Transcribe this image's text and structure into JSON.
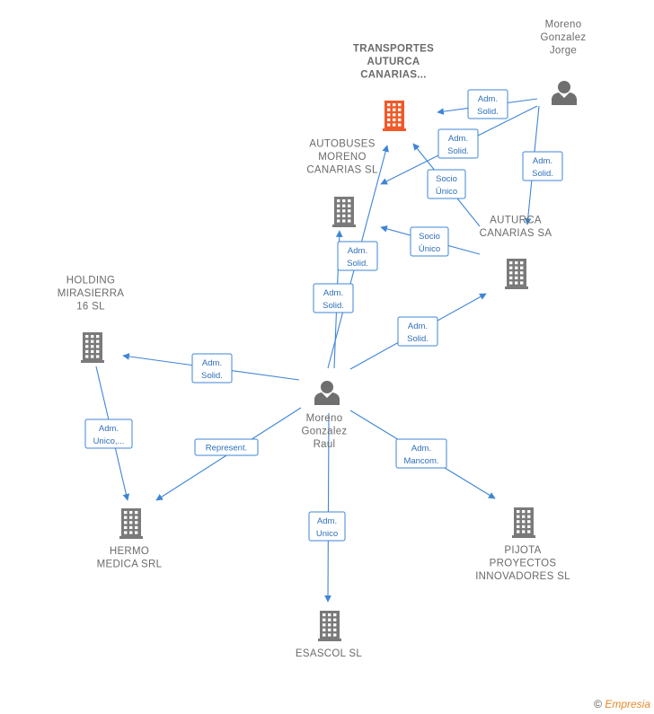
{
  "colors": {
    "edge": "#3f85d6",
    "building": "#7a7a7a",
    "building_main": "#f05a28",
    "person": "#6f6f6f"
  },
  "nodes": [
    {
      "id": "transportes",
      "kind": "building",
      "main": true,
      "lines": [
        "TRANSPORTES",
        "AUTURCA",
        "CANARIAS..."
      ]
    },
    {
      "id": "autobuses",
      "kind": "building",
      "lines": [
        "AUTOBUSES",
        "MORENO",
        "CANARIAS   SL"
      ]
    },
    {
      "id": "auturca",
      "kind": "building",
      "lines": [
        "AUTURCA",
        "CANARIAS SA"
      ]
    },
    {
      "id": "holding",
      "kind": "building",
      "lines": [
        "HOLDING",
        "MIRASIERRA",
        "16  SL"
      ]
    },
    {
      "id": "hermo",
      "kind": "building",
      "lines": [
        "HERMO",
        "MEDICA SRL"
      ]
    },
    {
      "id": "esascol",
      "kind": "building",
      "lines": [
        "ESASCOL SL"
      ]
    },
    {
      "id": "pijota",
      "kind": "building",
      "lines": [
        "PIJOTA",
        "PROYECTOS",
        "INNOVADORES SL"
      ]
    },
    {
      "id": "jorge",
      "kind": "person",
      "lines": [
        "Moreno",
        "Gonzalez",
        "Jorge"
      ]
    },
    {
      "id": "raul",
      "kind": "person",
      "lines": [
        "Moreno",
        "Gonzalez",
        "Raul"
      ]
    }
  ],
  "edges": [
    {
      "from": "jorge",
      "to": "transportes",
      "label": [
        "Adm.",
        "Solid."
      ]
    },
    {
      "from": "jorge",
      "to": "autobuses",
      "label": [
        "Adm.",
        "Solid."
      ]
    },
    {
      "from": "jorge",
      "to": "auturca",
      "label": [
        "Adm.",
        "Solid."
      ]
    },
    {
      "from": "auturca",
      "to": "transportes",
      "label": [
        "Socio",
        "Único"
      ]
    },
    {
      "from": "auturca",
      "to": "autobuses",
      "label": [
        "Socio",
        "Único"
      ]
    },
    {
      "from": "raul",
      "to": "transportes",
      "label": [
        "Adm.",
        "Solid."
      ]
    },
    {
      "from": "raul",
      "to": "autobuses",
      "label": [
        "Adm.",
        "Solid."
      ]
    },
    {
      "from": "raul",
      "to": "auturca",
      "label": [
        "Adm.",
        "Solid."
      ]
    },
    {
      "from": "raul",
      "to": "holding",
      "label": [
        "Adm.",
        "Solid."
      ]
    },
    {
      "from": "holding",
      "to": "hermo",
      "label": [
        "Adm.",
        "Unico,..."
      ]
    },
    {
      "from": "raul",
      "to": "hermo",
      "label": [
        "Represent."
      ]
    },
    {
      "from": "raul",
      "to": "esascol",
      "label": [
        "Adm.",
        "Unico"
      ]
    },
    {
      "from": "raul",
      "to": "pijota",
      "label": [
        "Adm.",
        "Mancom."
      ]
    }
  ],
  "footer": {
    "copyright": "©",
    "brand": "Empresia"
  }
}
